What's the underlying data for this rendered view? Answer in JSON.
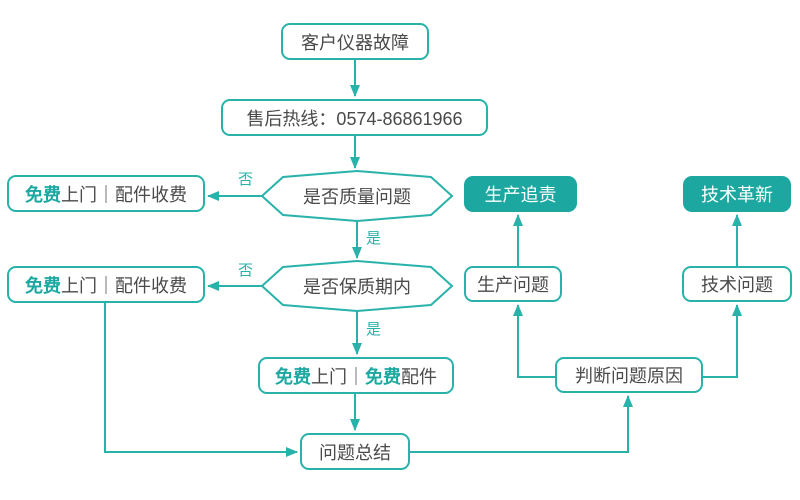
{
  "palette": {
    "teal": "#29b2aa",
    "teal_fill": "#1ca8a1",
    "text_dark": "#4a4a4a",
    "node_bg": "#ffffff"
  },
  "nodes": {
    "customer_fault": {
      "label": "客户仪器故障"
    },
    "hotline": {
      "label": "售后热线：0574-86861966"
    },
    "q_quality": {
      "label": "是否质量问题"
    },
    "q_warranty": {
      "label": "是否保质期内"
    },
    "free_visit_paid_parts_1": {
      "free": "免费",
      "rest": "上门｜配件收费"
    },
    "free_visit_paid_parts_2": {
      "free": "免费",
      "rest": "上门｜配件收费"
    },
    "free_visit_free_parts": {
      "free1": "免费",
      "mid": "上门｜",
      "free2": "免费",
      "tail": "配件"
    },
    "summary": {
      "label": "问题总结"
    },
    "production_trace": {
      "label": "生产追责"
    },
    "production_problem": {
      "label": "生产问题"
    },
    "tech_innovation": {
      "label": "技术革新"
    },
    "tech_problem": {
      "label": "技术问题"
    },
    "judge_cause": {
      "label": "判断问题原因"
    }
  },
  "edge_labels": {
    "no1": "否",
    "yes1": "是",
    "no2": "否",
    "yes2": "是"
  }
}
